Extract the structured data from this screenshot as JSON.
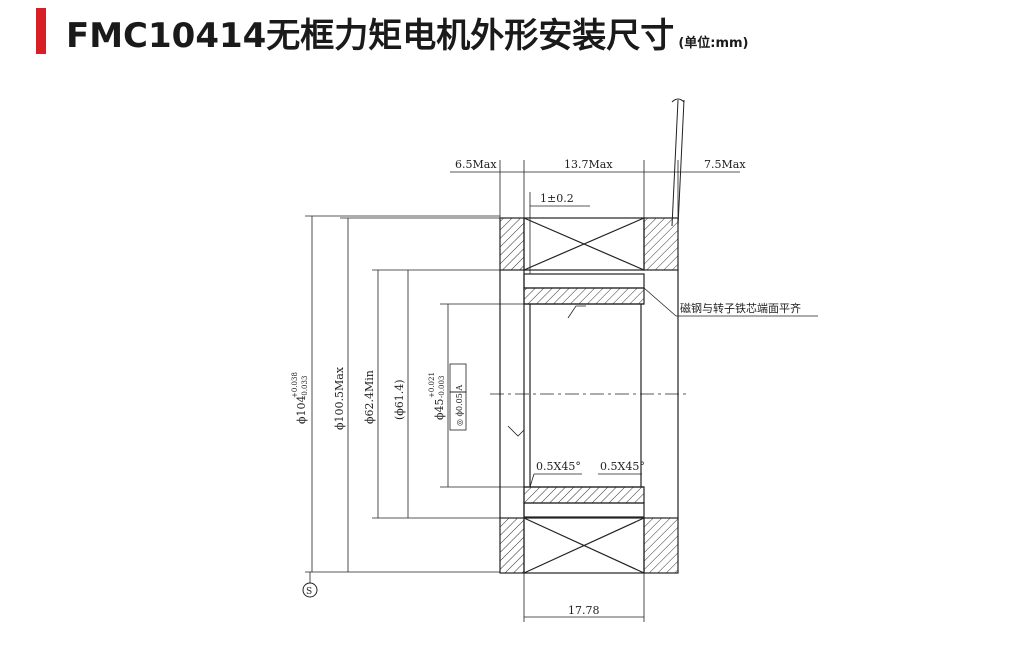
{
  "header": {
    "title": "FMC10414无框力矩电机外形安装尺寸",
    "unit": "(单位:mm)"
  },
  "dimensions": {
    "d_6_5max": "6.5Max",
    "d_13_7max": "13.7Max",
    "d_7_5max": "7.5Max",
    "d_1": "1±0.2",
    "d_104": "ϕ104",
    "d_104_upper": "+0.038",
    "d_104_lower": "-0.033",
    "d_100_5": "ϕ100.5Max",
    "d_62_4": "ϕ62.4Min",
    "d_61_4": "(ϕ61.4)",
    "d_45": "ϕ45",
    "d_45_upper": "+0.021",
    "d_45_lower": "-0.003",
    "tolerance_frame": "◎ ϕ0.05 A",
    "chamfer_left": "0.5X45°",
    "chamfer_right": "0.5X45°",
    "d_17_78": "17.78",
    "note": "磁钢与转子铁芯端面平齐",
    "datum_symbol": "S"
  }
}
